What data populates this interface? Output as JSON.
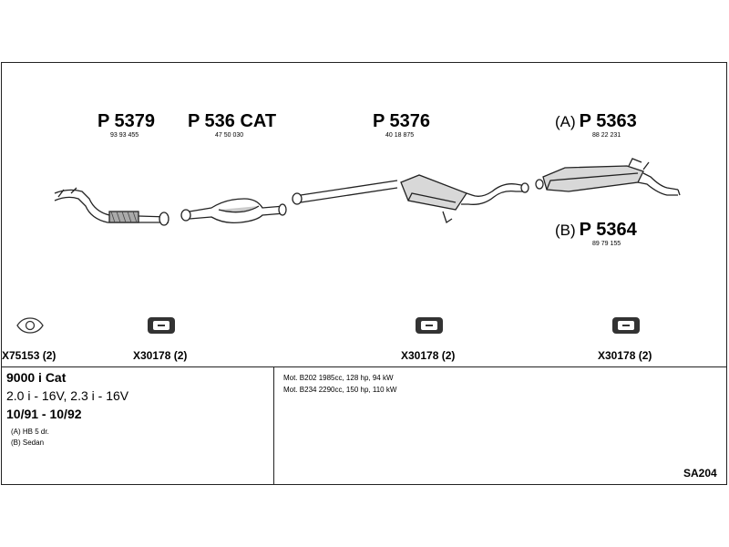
{
  "parts": [
    {
      "code": "P 5379",
      "ref": "93 93 455",
      "variant": ""
    },
    {
      "code": "P 536 CAT",
      "ref": "47 50 030",
      "variant": ""
    },
    {
      "code": "P 5376",
      "ref": "40 18 875",
      "variant": ""
    },
    {
      "code": "P 5363",
      "ref": "88 22 231",
      "variant": "(A)"
    },
    {
      "code": "P 5364",
      "ref": "89 79 155",
      "variant": "(B)"
    }
  ],
  "accessories": [
    {
      "label": "X75153 (2)",
      "icon": "gasket-ring-icon"
    },
    {
      "label": "X30178 (2)",
      "icon": "rubber-hanger-icon"
    },
    {
      "label": "X30178 (2)",
      "icon": "rubber-hanger-icon"
    },
    {
      "label": "X30178 (2)",
      "icon": "rubber-hanger-icon"
    }
  ],
  "vehicle": {
    "model": "9000 i Cat",
    "engines": "2.0 i - 16V, 2.3 i - 16V",
    "years": "10/91 - 10/92",
    "variants": [
      "(A) HB 5 dr.",
      "(B) Sedan"
    ]
  },
  "motors": [
    "Mot. B202 1985cc, 128 hp, 94 kW",
    "Mot. B234 2290cc, 150 hp, 110 kW"
  ],
  "diagram_code": "SA204"
}
